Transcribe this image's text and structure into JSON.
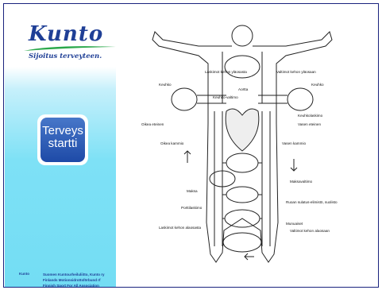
{
  "brand": {
    "name": "Kunto",
    "tagline": "Sijoitus terveyteen.",
    "badge_line1": "Terveys",
    "badge_line2": "startti",
    "accent": "#1f3f96",
    "panel_color": "#7ee1f6"
  },
  "footer": {
    "brand": "Kunto",
    "line1": "Suomen Kuntourheiluliitto, Kunto ry",
    "line2": "Finlands Motionsidrottsförbund rf",
    "line3": "Finnish Sport For All Association"
  },
  "diagram": {
    "labels": {
      "upper_left": "Laskimot kehon yläosasta",
      "upper_right": "Valtimot kehon yläosaan",
      "aorta": "Aortta",
      "keuhkovaltimo": "Keuhko-valtimo",
      "keuhko_left": "Keuhko",
      "keuhko_right": "Keuhko",
      "keuhkolaskimo": "Keuhkolaskimo",
      "oikea_eteinen": "Oikea eteinen",
      "vasen_eteinen": "Vasen eteinen",
      "oikea_kammio": "Oikea kammio",
      "vasen_kammio": "Vasen kammio",
      "maksavaltimo": "Maksavaltimo",
      "maksa": "Maksa",
      "ruuansulatus": "Ruoan sulatus-elimistö, suolisto",
      "porttilaskimo": "Porttilaskimo",
      "munuaiset": "Munuaiset",
      "lower_left": "Laskimot kehon alaosasta",
      "lower_right": "Valtimot kehon alaosaan"
    }
  }
}
